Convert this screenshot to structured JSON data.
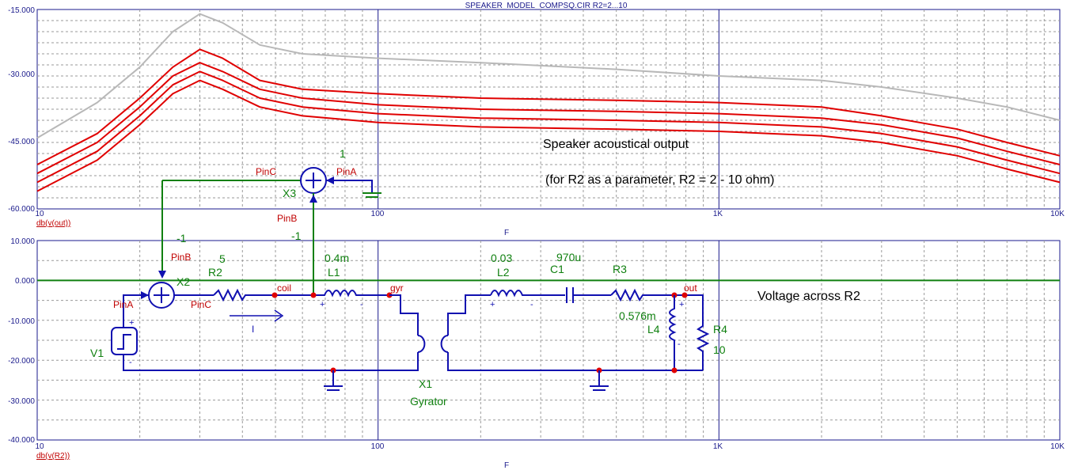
{
  "title": "SPEAKER_MODEL_COMPSQ.CIR R2=2...10",
  "colors": {
    "axis": "#1a1a8c",
    "grid": "#9a9a9a",
    "trace_red": "#e00000",
    "trace_gray": "#b8b8b8",
    "wire_blue": "#1010b0",
    "wire_green": "#108010",
    "label_red": "#c00000"
  },
  "chart_data": [
    {
      "type": "line",
      "ylabel": "db(v(out))",
      "xlabel": "F",
      "xscale": "log",
      "xlim": [
        10,
        10000
      ],
      "ylim": [
        -60,
        -15
      ],
      "yticks": [
        "-15.000",
        "-30.000",
        "-45.000",
        "-60.000"
      ],
      "xticks": [
        "10",
        "100",
        "1K",
        "10K"
      ],
      "grid": true,
      "annotations": [
        "Speaker acoustical output",
        "(for R2 as a parameter, R2 = 2 - 10 ohm)"
      ],
      "series": [
        {
          "color": "#b8b8b8",
          "points": [
            [
              10,
              -44
            ],
            [
              15,
              -36
            ],
            [
              20,
              -28
            ],
            [
              25,
              -20
            ],
            [
              30,
              -16
            ],
            [
              35,
              -18
            ],
            [
              45,
              -23
            ],
            [
              60,
              -25
            ],
            [
              100,
              -26
            ],
            [
              200,
              -27
            ],
            [
              500,
              -28.5
            ],
            [
              1000,
              -30
            ],
            [
              2000,
              -31
            ],
            [
              3000,
              -32.5
            ],
            [
              5000,
              -35
            ],
            [
              7000,
              -37
            ],
            [
              10000,
              -40
            ]
          ]
        },
        {
          "color": "#e00000",
          "points": [
            [
              10,
              -50
            ],
            [
              15,
              -43
            ],
            [
              20,
              -35
            ],
            [
              25,
              -28
            ],
            [
              30,
              -24
            ],
            [
              35,
              -26
            ],
            [
              45,
              -31
            ],
            [
              60,
              -33
            ],
            [
              100,
              -34
            ],
            [
              200,
              -35
            ],
            [
              500,
              -35.5
            ],
            [
              1000,
              -36
            ],
            [
              2000,
              -37
            ],
            [
              3000,
              -39
            ],
            [
              5000,
              -42
            ],
            [
              7000,
              -45
            ],
            [
              10000,
              -48
            ]
          ]
        },
        {
          "color": "#e00000",
          "points": [
            [
              10,
              -52
            ],
            [
              15,
              -45
            ],
            [
              20,
              -37
            ],
            [
              25,
              -30
            ],
            [
              30,
              -27
            ],
            [
              35,
              -29
            ],
            [
              45,
              -33
            ],
            [
              60,
              -35
            ],
            [
              100,
              -36.5
            ],
            [
              200,
              -37.5
            ],
            [
              500,
              -38
            ],
            [
              1000,
              -38.5
            ],
            [
              2000,
              -39.5
            ],
            [
              3000,
              -41
            ],
            [
              5000,
              -44
            ],
            [
              7000,
              -47
            ],
            [
              10000,
              -50
            ]
          ]
        },
        {
          "color": "#e00000",
          "points": [
            [
              10,
              -54
            ],
            [
              15,
              -47
            ],
            [
              20,
              -39
            ],
            [
              25,
              -32
            ],
            [
              30,
              -29
            ],
            [
              35,
              -31
            ],
            [
              45,
              -35
            ],
            [
              60,
              -37
            ],
            [
              100,
              -38.5
            ],
            [
              200,
              -39.5
            ],
            [
              500,
              -40
            ],
            [
              1000,
              -40.5
            ],
            [
              2000,
              -41.5
            ],
            [
              3000,
              -43
            ],
            [
              5000,
              -46
            ],
            [
              7000,
              -49
            ],
            [
              10000,
              -52
            ]
          ]
        },
        {
          "color": "#e00000",
          "points": [
            [
              10,
              -56
            ],
            [
              15,
              -49
            ],
            [
              20,
              -41
            ],
            [
              25,
              -34
            ],
            [
              30,
              -31
            ],
            [
              35,
              -33
            ],
            [
              45,
              -37
            ],
            [
              60,
              -39
            ],
            [
              100,
              -40.5
            ],
            [
              200,
              -41.5
            ],
            [
              500,
              -42
            ],
            [
              1000,
              -42.5
            ],
            [
              2000,
              -43.5
            ],
            [
              3000,
              -45
            ],
            [
              5000,
              -48
            ],
            [
              7000,
              -51
            ],
            [
              10000,
              -54
            ]
          ]
        }
      ]
    },
    {
      "type": "line",
      "ylabel": "db(v(R2))",
      "xlabel": "F",
      "xscale": "log",
      "xlim": [
        10,
        10000
      ],
      "ylim": [
        -40,
        10
      ],
      "yticks": [
        "10.000",
        "0.000",
        "-10.000",
        "-20.000",
        "-30.000",
        "-40.000"
      ],
      "xticks": [
        "10",
        "100",
        "1K",
        "10K"
      ],
      "grid": true,
      "annotations": [
        "Voltage across R2"
      ],
      "series": [
        {
          "color": "#108010",
          "points": [
            [
              10,
              0
            ],
            [
              10000,
              0
            ]
          ]
        }
      ]
    }
  ],
  "schematic": {
    "pins": {
      "x3_pinc": "PinC",
      "x3_pina": "PinA",
      "x3_pinb": "PinB",
      "x2_pinb": "PinB",
      "x2_pina": "PinA",
      "x2_pinc": "PinC"
    },
    "components": {
      "x3": "X3",
      "x3_gain_a": "1",
      "x3_gain_b": "-1",
      "x2": "X2",
      "x2_gain_b": "-1",
      "r2_val": "5",
      "r2": "R2",
      "coil": "coil",
      "l1_val": "0.4m",
      "l1": "L1",
      "gyr": "gyr",
      "l2_val": "0.03",
      "l2": "L2",
      "c1_val": "970u",
      "c1": "C1",
      "r3": "R3",
      "l4_val": "0.576m",
      "l4": "L4",
      "out": "out",
      "r4": "R4",
      "r4_val": "10",
      "v1": "V1",
      "x1": "X1",
      "x1_type": "Gyrator",
      "current": "I"
    }
  }
}
